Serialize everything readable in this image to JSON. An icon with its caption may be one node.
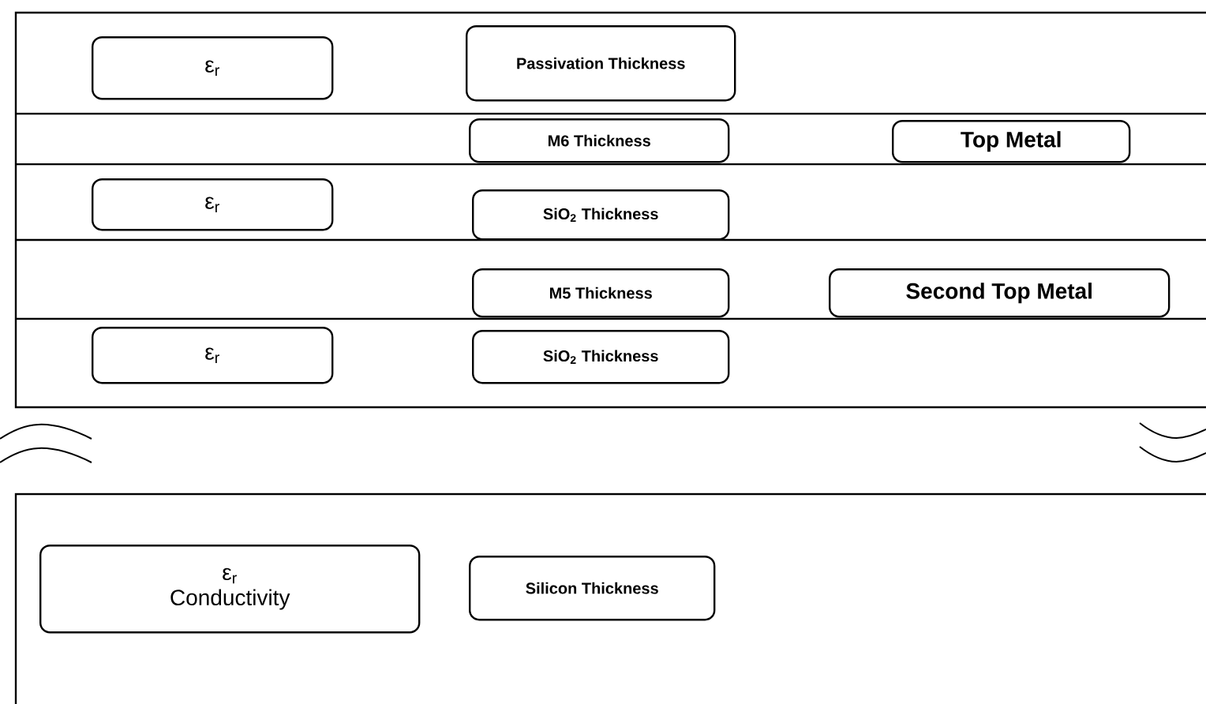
{
  "diagram": {
    "nodes": [
      {
        "text": [
          "ε$_{r}$"
        ]
      },
      {
        "text": [
          "Passivation Thickness"
        ]
      },
      {
        "text": [
          "M6 Thickness"
        ]
      },
      {
        "text": [
          "Top Metal"
        ]
      },
      {
        "text": [
          "ε$_{r}$"
        ]
      },
      {
        "text": [
          "SiO$_{2}$ Thickness"
        ]
      },
      {
        "text": [
          "M5 Thickness"
        ]
      },
      {
        "text": [
          "Second Top Metal"
        ]
      },
      {
        "text": [
          "ε$_{r}$"
        ]
      },
      {
        "text": [
          "SiO$_{2}$ Thickness"
        ]
      },
      {
        "text": [
          "ε$_{r}$",
          "Conductivity"
        ]
      },
      {
        "text": [
          "Silicon Thickness"
        ]
      }
    ]
  }
}
